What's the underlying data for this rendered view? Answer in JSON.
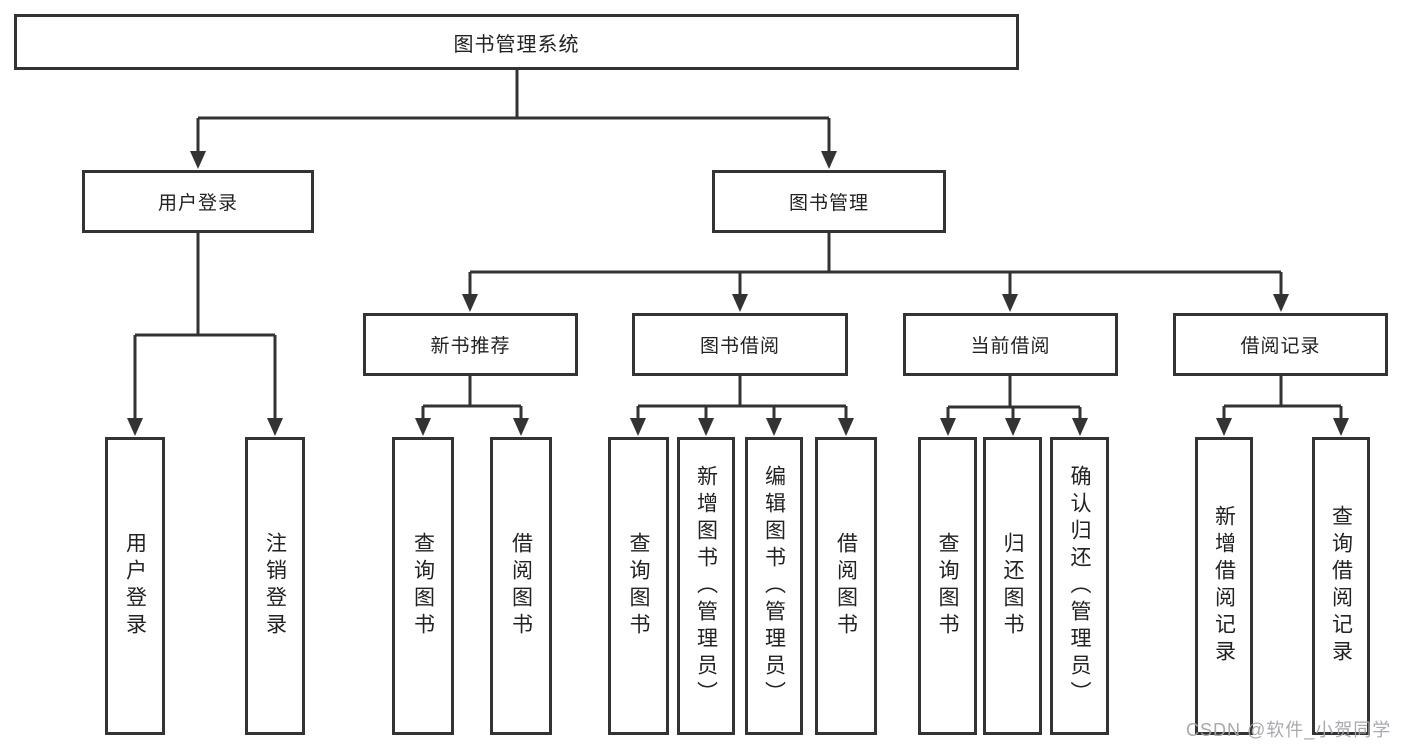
{
  "diagram": {
    "title": "图书管理系统",
    "nodes": {
      "root": "图书管理系统",
      "user_login": "用户登录",
      "book_mgmt": "图书管理",
      "new_book_rec": "新书推荐",
      "book_borrow": "图书借阅",
      "current_borrow": "当前借阅",
      "borrow_record": "借阅记录",
      "leaf_user_login": "用户登录",
      "leaf_logout": "注销登录",
      "leaf_rec_query_book": "查询图书",
      "leaf_rec_borrow_book": "借阅图书",
      "leaf_bb_query_book": "查询图书",
      "leaf_bb_add_book": "新增图书（管理员）",
      "leaf_bb_edit_book": "编辑图书（管理员）",
      "leaf_bb_borrow_book": "借阅图书",
      "leaf_cb_query_book": "查询图书",
      "leaf_cb_return_book": "归还图书",
      "leaf_cb_confirm_return": "确认归还（管理员）",
      "leaf_br_add_record": "新增借阅记录",
      "leaf_br_query_record": "查询借阅记录"
    }
  },
  "watermark": "CSDN @软件_小贺同学",
  "colors": {
    "line": "#333333",
    "box_border": "#333333",
    "text": "#222222",
    "watermark": "#a4a4aa",
    "background": "#ffffff"
  }
}
